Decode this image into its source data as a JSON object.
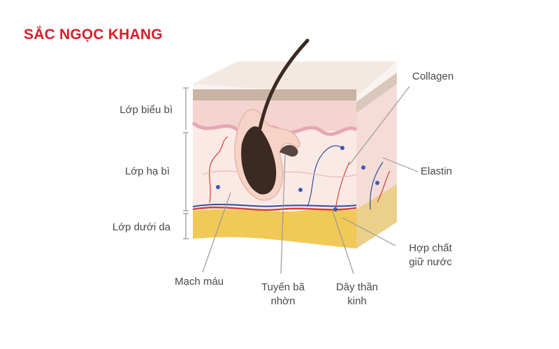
{
  "brand": {
    "name": "SẮC NGỌC KHANG",
    "color": "#d51f2a"
  },
  "diagram": {
    "left_labels": {
      "epidermis": "Lớp biểu bì",
      "dermis": "Lớp hạ bì",
      "hypodermis": "Lớp dưới da"
    },
    "right_labels": {
      "collagen": "Collagen",
      "elastin": "Elastin",
      "moisture_line1": "Hợp chất",
      "moisture_line2": "giữ nước"
    },
    "bottom_labels": {
      "blood_vessel": "Mạch máu",
      "sebaceous_line1": "Tuyến bã",
      "sebaceous_line2": "nhờn",
      "nerve_line1": "Dây thần",
      "nerve_line2": "kinh"
    },
    "colors": {
      "epidermis_top": "#c9b5a6",
      "epidermis": "#f3d6d2",
      "dermis": "#fbe9e6",
      "hypodermis": "#f2cf6a",
      "hair": "#3b2a22",
      "artery": "#d8412f",
      "vein": "#2f4f9a",
      "nerve": "#3b5bb0",
      "leader_line": "#9a9a9a"
    }
  }
}
